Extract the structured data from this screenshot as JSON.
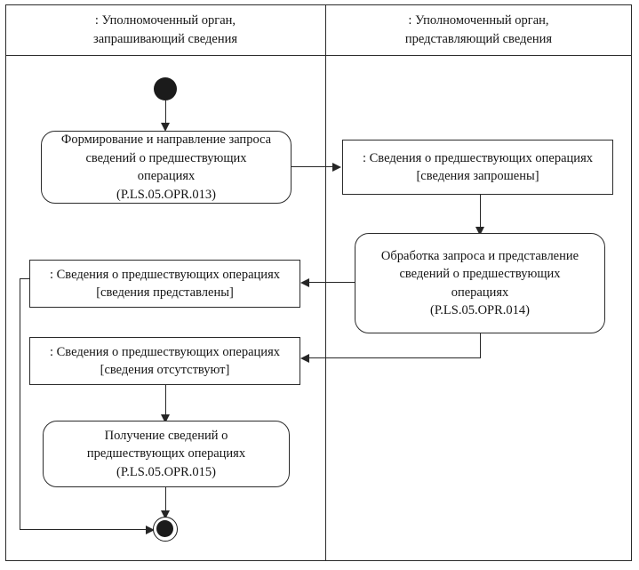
{
  "diagram": {
    "type": "uml-activity-diagram",
    "language": "ru",
    "lanes": [
      {
        "id": "left",
        "title_line1": ": Уполномоченный орган,",
        "title_line2": "запрашивающий сведения"
      },
      {
        "id": "right",
        "title_line1": ": Уполномоченный орган,",
        "title_line2": "представляющий сведения"
      }
    ],
    "nodes": {
      "start": {
        "kind": "initial-node"
      },
      "activity_013": {
        "kind": "activity",
        "lane": "left",
        "line1": "Формирование и направление запроса",
        "line2": "сведений о предшествующих",
        "line3": "операциях",
        "code": "(P.LS.05.OPR.013)"
      },
      "object_requested": {
        "kind": "object",
        "lane": "right",
        "line1": ": Сведения о предшествующих операциях",
        "line2": "[сведения запрошены]"
      },
      "activity_014": {
        "kind": "activity",
        "lane": "right",
        "line1": "Обработка запроса и представление",
        "line2": "сведений о предшествующих",
        "line3": "операциях",
        "code": "(P.LS.05.OPR.014)"
      },
      "object_provided": {
        "kind": "object",
        "lane": "left",
        "line1": ": Сведения о предшествующих операциях",
        "line2": "[сведения представлены]"
      },
      "object_absent": {
        "kind": "object",
        "lane": "left",
        "line1": ": Сведения о предшествующих операциях",
        "line2": "[сведения отсутствуют]"
      },
      "activity_015": {
        "kind": "activity",
        "lane": "left",
        "line1": "Получение сведений о",
        "line2": "предшествующих операциях",
        "code": "(P.LS.05.OPR.015)"
      },
      "end": {
        "kind": "final-node"
      }
    },
    "colors": {
      "stroke": "#2a2a2a",
      "connector": "#262626",
      "node_fill": "#ffffff",
      "marker_fill": "#1b1b1b",
      "background": "#ffffff"
    }
  }
}
